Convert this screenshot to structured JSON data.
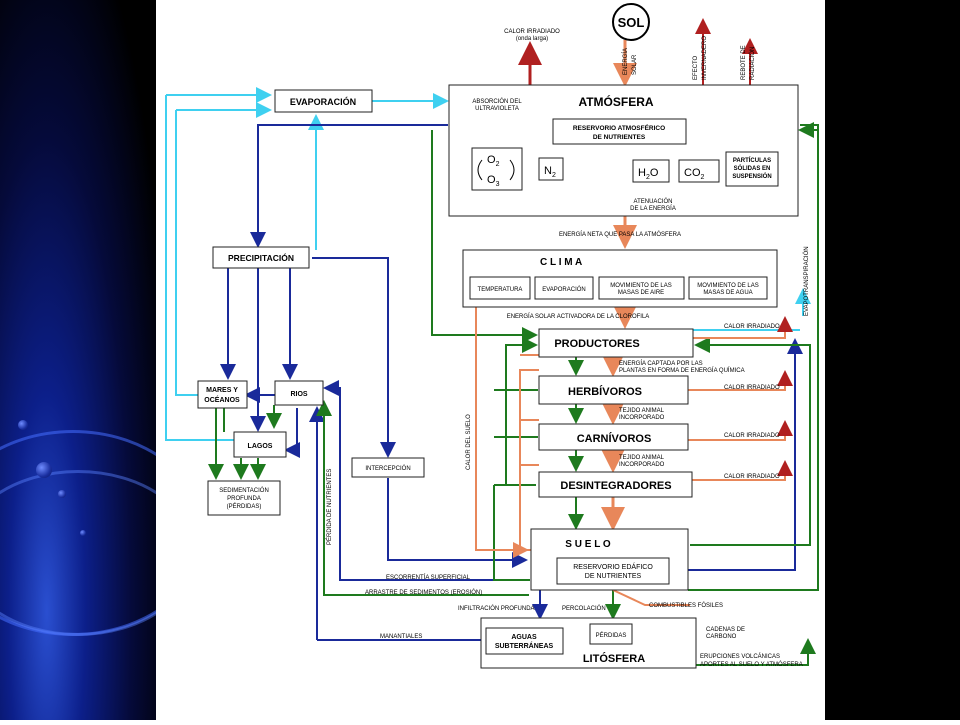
{
  "sun": {
    "label": "SOL"
  },
  "top_labels": {
    "calor_irradiado": "CALOR IRRADIADO",
    "onda_larga": "(onda larga)",
    "energia": "ENERGÍA",
    "solar": "SOLAR",
    "efecto": "EFECTO",
    "invernadero": "INVERNADERO",
    "rebote_de": "REBOTE DE",
    "radiacion": "RADIACIÓN"
  },
  "boxes": {
    "evaporacion": "EVAPORACIÓN",
    "atmosfera": "ATMÓSFERA",
    "absorcion_1": "ABSORCIÓN DEL",
    "absorcion_2": "ULTRAVIOLETA",
    "reservorio_atm_1": "RESERVORIO ATMOSFÉRICO",
    "reservorio_atm_2": "DE NUTRIENTES",
    "o2": "O",
    "o2_sub": "2",
    "o3": "O",
    "o3_sub": "3",
    "n2": "N",
    "n2_sub": "2",
    "h2o_h": "H",
    "h2o_sub": "2",
    "h2o_o": "O",
    "co2_co": "CO",
    "co2_sub": "2",
    "particulas_1": "PARTÍCULAS",
    "particulas_2": "SÓLIDAS EN",
    "particulas_3": "SUSPENSIÓN",
    "atenuacion_1": "ATENUACIÓN",
    "atenuacion_2": "DE LA ENERGÍA",
    "precipitacion": "PRECIPITACIÓN",
    "clima": "C L I M A",
    "temperatura": "TEMPERATURA",
    "evaporacion_small": "EVAPORACIÓN",
    "mov_aire_1": "MOVIMIENTO DE LAS",
    "mov_aire_2": "MASAS DE AIRE",
    "mov_agua_1": "MOVIMIENTO DE LAS",
    "mov_agua_2": "MASAS DE AGUA",
    "mares_1": "MARES Y",
    "mares_2": "OCÉANOS",
    "rios": "RIOS",
    "lagos": "LAGOS",
    "sed_1": "SEDIMENTACIÓN",
    "sed_2": "PROFUNDA",
    "sed_3": "(PÉRDIDAS)",
    "intercepcion": "INTERCEPCIÓN",
    "productores": "PRODUCTORES",
    "herbivoros": "HERBÍVOROS",
    "carnivoros": "CARNÍVOROS",
    "desintegradores": "DESINTEGRADORES",
    "suelo": "S U E L O",
    "reservorio_ed_1": "RESERVORIO EDÁFICO",
    "reservorio_ed_2": "DE NUTRIENTES",
    "aguas_1": "AGUAS",
    "aguas_2": "SUBTERRÁNEAS",
    "perdidas": "PÉRDIDAS",
    "litosfera": "LITÓSFERA"
  },
  "flow_labels": {
    "energia_neta": "ENERGÍA NETA QUE PASA LA ATMÓSFERA",
    "evapotranspiracion": "EVAPOTRANSPIRACIÓN",
    "energia_activadora": "ENERGÍA SOLAR ACTIVADORA DE LA CLOROFILA",
    "calor_irradiado": "CALOR IRRADIADO",
    "energia_captada_1": "ENERGÍA CAPTADA POR LAS",
    "energia_captada_2": "PLANTAS EN FORMA DE ENERGÍA QUÍMICA",
    "tejido_1": "TEJIDO ANIMAL",
    "tejido_2": "INCORPORADO",
    "calor_suelo": "CALOR DEL SUELO",
    "perdida_nutrientes": "PÉRDIDA DE NUTRIENTES",
    "escorrentia": "ESCORRENTÍA SUPERFICIAL",
    "arrastre": "ARRASTRE DE SEDIMENTOS (EROSIÓN)",
    "infiltracion": "INFILTRACIÓN PROFUNDA",
    "percolacion": "PERCOLACIÓN",
    "combustibles": "COMBUSTIBLES FÓSILES",
    "cadenas_1": "CADENAS DE",
    "cadenas_2": "CARBONO",
    "manantiales": "MANANTIALES",
    "erupciones": "ERUPCIONES VOLCÁNICAS",
    "aportes": "APORTES AL SUELO Y ATMÓSFERA"
  },
  "colors": {
    "cyan": "#3fd0f0",
    "blue": "#1a2a9a",
    "green": "#1e7a1e",
    "orange": "#e8875a",
    "red": "#b02020",
    "box": "#222222"
  }
}
